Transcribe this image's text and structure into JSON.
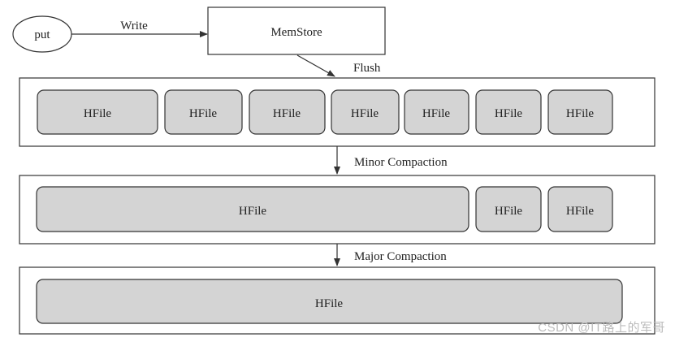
{
  "put_label": "put",
  "write_label": "Write",
  "memstore_label": "MemStore",
  "flush_label": "Flush",
  "minor_label": "Minor Compaction",
  "major_label": "Major Compaction",
  "hfile_label": "HFile",
  "watermark": "CSDN @IT路上的军哥",
  "colors": {
    "hfile_fill": "#d4d4d4",
    "stroke": "#333333",
    "background": "#ffffff"
  },
  "stages": [
    {
      "name": "after-flush",
      "hfile_count": 7
    },
    {
      "name": "after-minor-compaction",
      "hfile_count": 3
    },
    {
      "name": "after-major-compaction",
      "hfile_count": 1
    }
  ]
}
